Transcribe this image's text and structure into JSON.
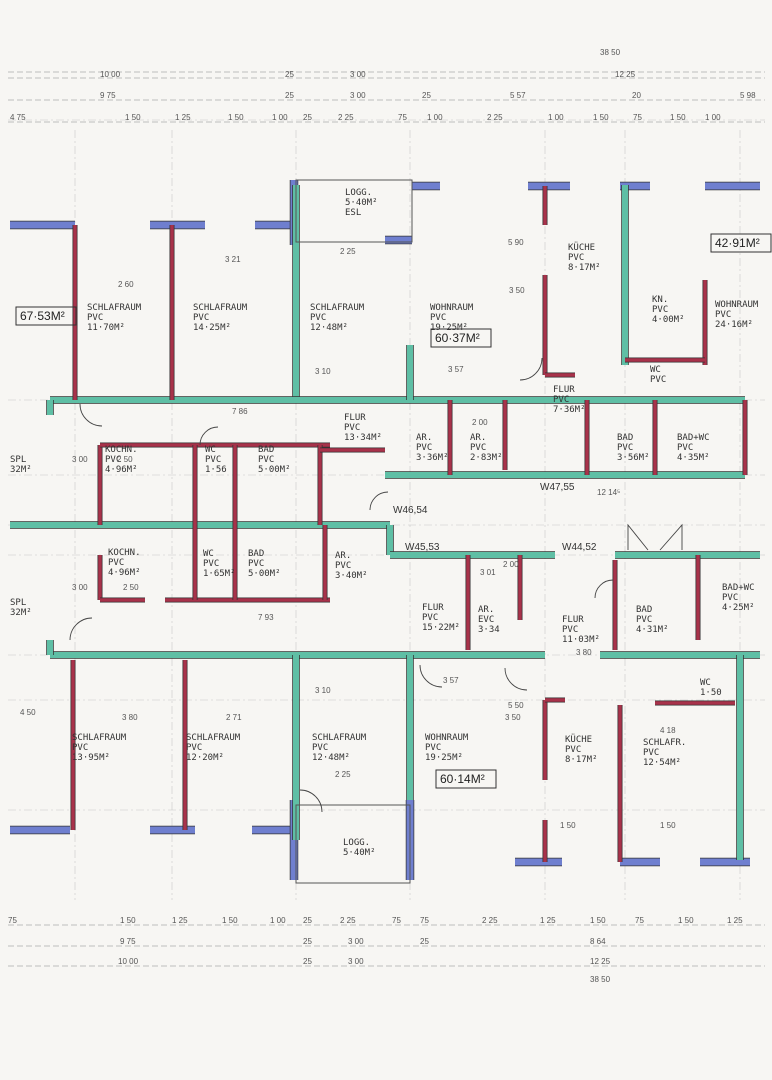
{
  "colors": {
    "partition_wall": "#5fbfa5",
    "light_wall": "#a8324a",
    "window_wall": "#6f7fcf",
    "paper": "#f7f6f3"
  },
  "rooms": [
    {
      "name": "SCHLAFRAUM",
      "floor": "PVC",
      "area": "11·70M²"
    },
    {
      "name": "SCHLAFRAUM",
      "floor": "PVC",
      "area": "14·25M²"
    },
    {
      "name": "SCHLAFRAUM",
      "floor": "PVC",
      "area": "12·48M²"
    },
    {
      "name": "LOGG.",
      "floor": "5·40M²",
      "area": "ESL"
    },
    {
      "name": "WOHNRAUM",
      "floor": "PVC",
      "area": "19·25M²"
    },
    {
      "name": "KÜCHE",
      "floor": "PVC",
      "area": "8·17M²"
    },
    {
      "name": "KN.",
      "floor": "PVC",
      "area": "4·00M²"
    },
    {
      "name": "WOHNRAUM",
      "floor": "PVC",
      "area": "24·16M²"
    },
    {
      "name": "WC",
      "floor": "PVC",
      "area": ""
    },
    {
      "name": "FLUR",
      "floor": "PVC",
      "area": "7·36M²"
    },
    {
      "name": "FLUR",
      "floor": "PVC",
      "area": "13·34M²"
    },
    {
      "name": "AR.",
      "floor": "PVC",
      "area": "3·36M²"
    },
    {
      "name": "AR.",
      "floor": "PVC",
      "area": "2·83M²"
    },
    {
      "name": "BAD",
      "floor": "PVC",
      "area": "3·56M²"
    },
    {
      "name": "BAD+WC",
      "floor": "PVC",
      "area": "4·35M²"
    },
    {
      "name": "KOCHN.",
      "floor": "PVC",
      "area": "4·96M²"
    },
    {
      "name": "WC",
      "floor": "PVC",
      "area": "1·56"
    },
    {
      "name": "BAD",
      "floor": "PVC",
      "area": "5·00M²"
    },
    {
      "name": "KOCHN.",
      "floor": "PVC",
      "area": "4·96M²"
    },
    {
      "name": "WC",
      "floor": "PVC",
      "area": "1·65M²"
    },
    {
      "name": "BAD",
      "floor": "PVC",
      "area": "5·00M²"
    },
    {
      "name": "AR.",
      "floor": "PVC",
      "area": "3·40M²"
    },
    {
      "name": "FLUR",
      "floor": "PVC",
      "area": "15·22M²"
    },
    {
      "name": "AR.",
      "floor": "EVC",
      "area": "3·34"
    },
    {
      "name": "FLUR",
      "floor": "PVC",
      "area": "11·03M²"
    },
    {
      "name": "BAD",
      "floor": "PVC",
      "area": "4·31M²"
    },
    {
      "name": "BAD+WC",
      "floor": "PVC",
      "area": "4·25M²"
    },
    {
      "name": "WC",
      "floor": "1·50",
      "area": ""
    },
    {
      "name": "SCHLAFRAUM",
      "floor": "PVC",
      "area": "13·95M²"
    },
    {
      "name": "SCHLAFRAUM",
      "floor": "PVC",
      "area": "12·20M²"
    },
    {
      "name": "SCHLAFRAUM",
      "floor": "PVC",
      "area": "12·48M²"
    },
    {
      "name": "WOHNRAUM",
      "floor": "PVC",
      "area": "19·25M²"
    },
    {
      "name": "KÜCHE",
      "floor": "PVC",
      "area": "8·17M²"
    },
    {
      "name": "SCHLAFR.",
      "floor": "PVC",
      "area": "12·54M²"
    },
    {
      "name": "LOGG.",
      "floor": "5·40M²",
      "area": ""
    },
    {
      "name": "SPL",
      "floor": "32M²",
      "area": ""
    },
    {
      "name": "SPL",
      "floor": "32M²",
      "area": ""
    }
  ],
  "unit_totals": [
    "67·53M²",
    "60·37M²",
    "42·91M²",
    "60·14M²"
  ],
  "apartment_doors": [
    "W46,54",
    "W47,55",
    "W45,53",
    "W44,52"
  ],
  "dimensions": {
    "top": [
      [
        "38 50"
      ],
      [
        "10 00",
        "25",
        "3 00",
        "12 25"
      ],
      [
        "9 75",
        "25",
        "3 00",
        "25",
        "5 57",
        "20",
        "5 98"
      ],
      [
        "4 75",
        "1 50",
        "1 25",
        "1 50",
        "1 00",
        "25",
        "2 25",
        "75",
        "1 00",
        "2 25",
        "1 00",
        "1 50",
        "75",
        "1 50",
        "1 00"
      ]
    ],
    "bottom": [
      [
        "75",
        "1 50",
        "1 25",
        "1 50",
        "1 00",
        "25",
        "2 25",
        "75",
        "75",
        "2 25",
        "1 25",
        "1 50",
        "75",
        "1 50",
        "1 25"
      ],
      [
        "9 75",
        "25",
        "3 00",
        "25",
        "8 64"
      ],
      [
        "10 00",
        "25",
        "3 00",
        "12 25"
      ],
      [
        "38 50"
      ]
    ],
    "interior": [
      "7 86",
      "7 93",
      "12 14⁵",
      "3 57",
      "3 57",
      "5 50",
      "5 90",
      "3 50",
      "3 50",
      "3 10",
      "3 10",
      "2 60",
      "3 21",
      "2 71",
      "3 80",
      "2 25",
      "2 25",
      "3 01",
      "2 00",
      "2 00",
      "3 80",
      "1 50",
      "1 50",
      "4 50",
      "4 18",
      "2 50",
      "2 50",
      "3 00",
      "3 00"
    ]
  }
}
